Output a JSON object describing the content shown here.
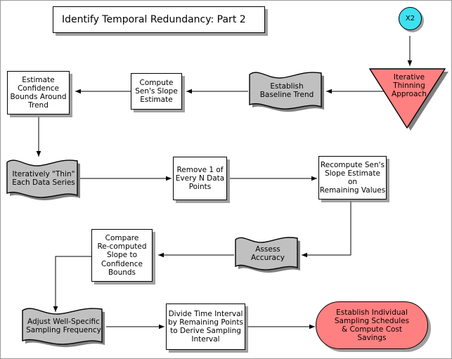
{
  "diagram": {
    "title": "Identify Temporal Redundancy: Part 2",
    "colors": {
      "process_fill": "#ffffff",
      "document_fill": "#c0c0c0",
      "decision_fill": "#ff8080",
      "terminator_fill": "#ff8080",
      "connector_fill": "#40e0f0",
      "stroke": "#000000",
      "shadow": "#808080",
      "canvas": "#ffffff"
    },
    "nodes": [
      {
        "id": "title",
        "shape": "title-banner",
        "label": "Identify Temporal Redundancy: Part 2"
      },
      {
        "id": "x2",
        "shape": "circle",
        "label": "X2"
      },
      {
        "id": "iterative-thinning-approach",
        "shape": "inverted-triangle",
        "label": "Iterative\nThinning\nApproach"
      },
      {
        "id": "establish-baseline-trend",
        "shape": "document",
        "label": "Establish\nBaseline Trend"
      },
      {
        "id": "compute-sens-slope-estimate",
        "shape": "process",
        "label": "Compute\nSen's Slope\nEstimate"
      },
      {
        "id": "estimate-confidence-bounds-around-trend",
        "shape": "process",
        "label": "Estimate\nConfidence\nBounds Around\nTrend"
      },
      {
        "id": "iteratively-thin-each-data-series",
        "shape": "document",
        "label": "Iteratively \"Thin\"\nEach Data Series"
      },
      {
        "id": "remove-1-of-every-n-data-points",
        "shape": "process",
        "label": "Remove 1 of\nEvery N Data\nPoints"
      },
      {
        "id": "recompute-sens-slope-estimate-on-remaining-values",
        "shape": "process",
        "label": "Recompute Sen's\nSlope Estimate on\nRemaining Values"
      },
      {
        "id": "assess-accuracy",
        "shape": "document",
        "label": "Assess\nAccuracy"
      },
      {
        "id": "compare-re-computed-slope-to-confidence-bounds",
        "shape": "process",
        "label": "Compare\nRe-computed\nSlope to\nConfidence\nBounds"
      },
      {
        "id": "adjust-well-specific-sampling-frequency",
        "shape": "document",
        "label": "Adjust Well-Specific\nSampling Frequency"
      },
      {
        "id": "divide-time-interval",
        "shape": "process",
        "label": "Divide Time Interval\nby Remaining Points\nto Derive Sampling\nInterval"
      },
      {
        "id": "establish-individual-sampling-schedules",
        "shape": "terminator",
        "label": "Establish Individual\nSampling Schedules\n& Compute Cost\nSavings"
      }
    ],
    "edges": [
      {
        "from": "x2",
        "to": "iterative-thinning-approach"
      },
      {
        "from": "iterative-thinning-approach",
        "to": "establish-baseline-trend"
      },
      {
        "from": "establish-baseline-trend",
        "to": "compute-sens-slope-estimate"
      },
      {
        "from": "compute-sens-slope-estimate",
        "to": "estimate-confidence-bounds-around-trend"
      },
      {
        "from": "estimate-confidence-bounds-around-trend",
        "to": "iteratively-thin-each-data-series"
      },
      {
        "from": "iteratively-thin-each-data-series",
        "to": "remove-1-of-every-n-data-points"
      },
      {
        "from": "remove-1-of-every-n-data-points",
        "to": "recompute-sens-slope-estimate-on-remaining-values"
      },
      {
        "from": "recompute-sens-slope-estimate-on-remaining-values",
        "to": "assess-accuracy"
      },
      {
        "from": "assess-accuracy",
        "to": "compare-re-computed-slope-to-confidence-bounds"
      },
      {
        "from": "compare-re-computed-slope-to-confidence-bounds",
        "to": "adjust-well-specific-sampling-frequency"
      },
      {
        "from": "adjust-well-specific-sampling-frequency",
        "to": "divide-time-interval"
      },
      {
        "from": "divide-time-interval",
        "to": "establish-individual-sampling-schedules"
      }
    ]
  }
}
